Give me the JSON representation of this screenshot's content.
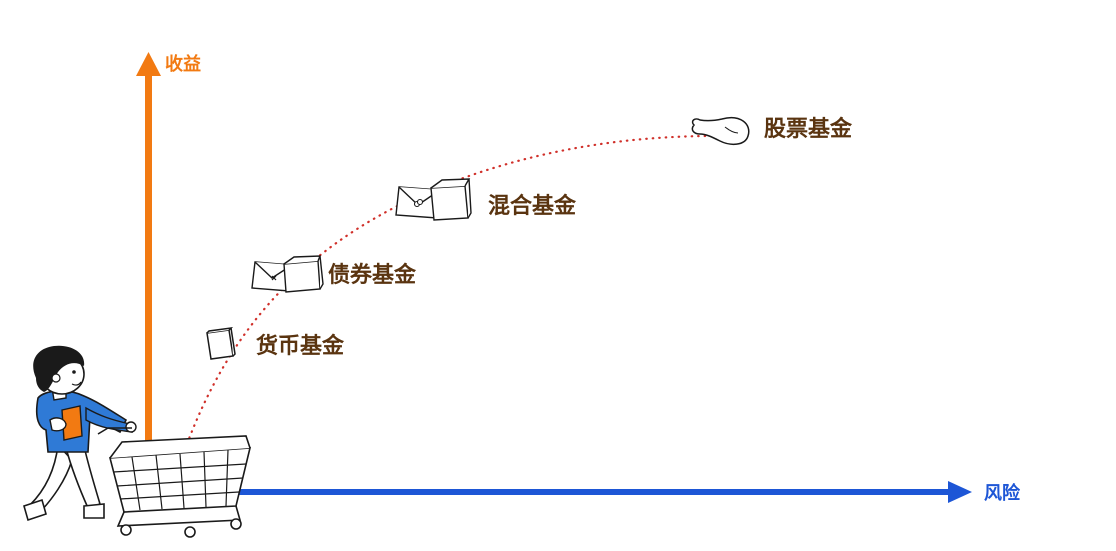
{
  "axes": {
    "y_label": "收益",
    "x_label": "风险",
    "y_color": "#f27a12",
    "x_color": "#1d56d6"
  },
  "curve": {
    "style": "dotted",
    "color": "#d0302a"
  },
  "funds": [
    {
      "label": "货币基金",
      "icon": "single-box-icon"
    },
    {
      "label": "债券基金",
      "icon": "envelope-and-box-icon"
    },
    {
      "label": "混合基金",
      "icon": "envelope-and-box-icon"
    },
    {
      "label": "股票基金",
      "icon": "drumstick-icon"
    }
  ],
  "text_color": "#5a3410",
  "illustration": {
    "figure": "person-pushing-shopping-cart-icon",
    "shirt_color": "#2f7ad6",
    "book_color": "#f27a12"
  }
}
